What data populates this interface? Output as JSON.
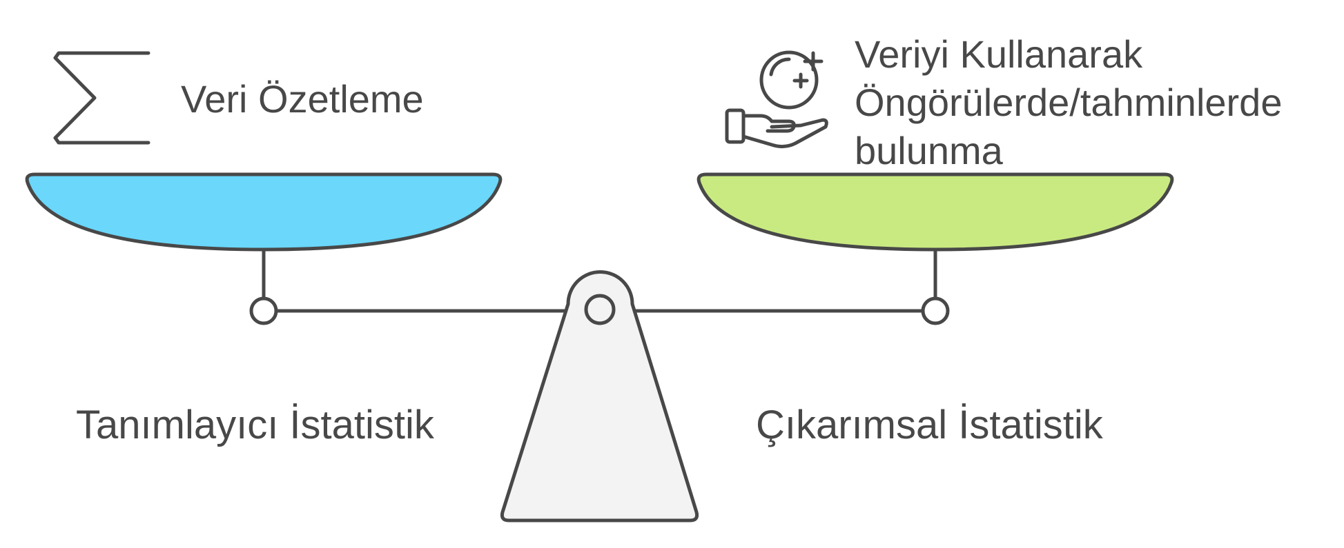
{
  "left": {
    "pan_label": "Veri Özetleme",
    "side_label": "Tanımlayıcı İstatistik",
    "pan_color": "#6ad7fb",
    "icon": "sigma-icon"
  },
  "right": {
    "pan_label_lines": [
      "Veriyi Kullanarak",
      "Öngörülerde/tahminlerde",
      "bulunma"
    ],
    "side_label": "Çıkarımsal İstatistik",
    "pan_color": "#c9ea81",
    "icon": "hand-coin-plus-icon"
  },
  "colors": {
    "stroke": "#484848",
    "base_fill": "#f3f3f3"
  }
}
